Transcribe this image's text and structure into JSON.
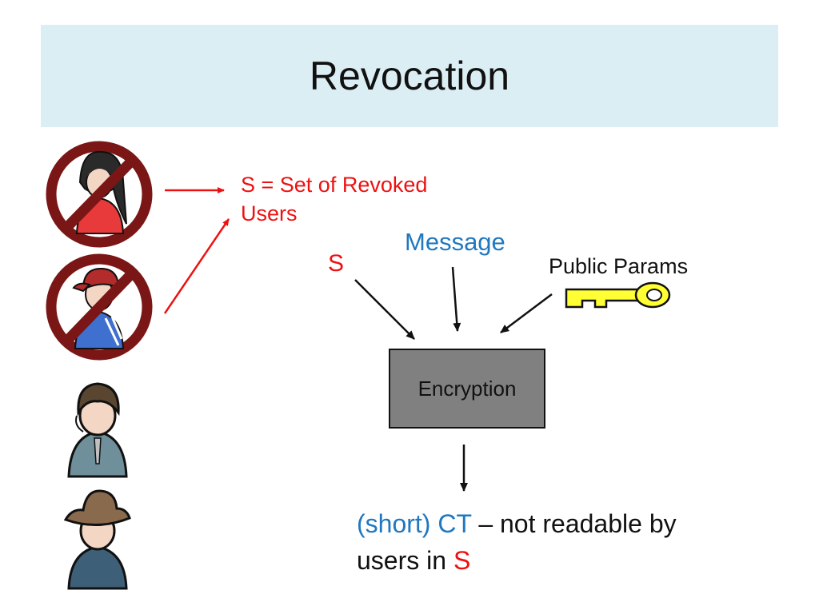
{
  "title": "Revocation",
  "revoked_note": "S = Set of Revoked Users",
  "inputs": {
    "s_label": "S",
    "message_label": "Message",
    "public_params_label": "Public Params"
  },
  "process_box": "Encryption",
  "output": {
    "part1": "(short) CT",
    "part2": " – not readable by users in ",
    "part3": "S"
  },
  "colors": {
    "title_band": "#dbeef4",
    "red": "#ee1111",
    "blue": "#1f78c0",
    "box_fill": "#808080",
    "key_fill": "#ffff33",
    "ban_ring": "#7a1616"
  },
  "icons": [
    "revoked-user-female-icon",
    "revoked-user-cap-icon",
    "user-icon",
    "user-hat-icon",
    "key-icon"
  ]
}
